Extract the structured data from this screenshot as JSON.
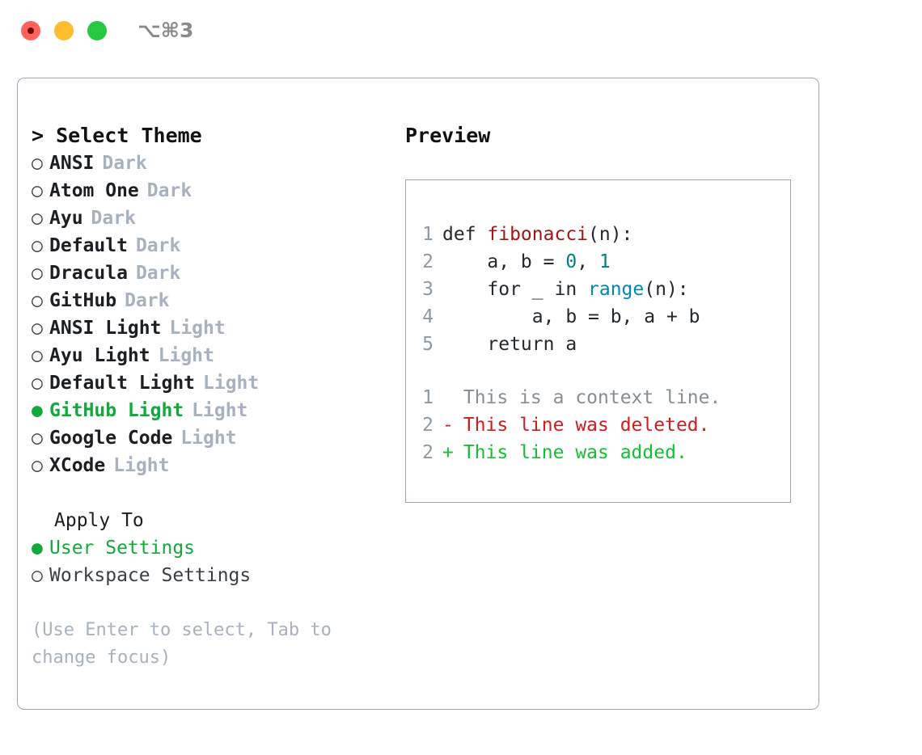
{
  "window": {
    "traffic_lights": [
      "close-red",
      "minimize-yellow",
      "maximize-green"
    ],
    "shortcut_label": "⌥⌘3"
  },
  "left_pane": {
    "title": "> Select Theme",
    "themes": [
      {
        "radio": "○",
        "name": "ANSI",
        "variant": "Dark",
        "selected": false
      },
      {
        "radio": "○",
        "name": "Atom One",
        "variant": "Dark",
        "selected": false
      },
      {
        "radio": "○",
        "name": "Ayu",
        "variant": "Dark",
        "selected": false
      },
      {
        "radio": "○",
        "name": "Default",
        "variant": "Dark",
        "selected": false
      },
      {
        "radio": "○",
        "name": "Dracula",
        "variant": "Dark",
        "selected": false
      },
      {
        "radio": "○",
        "name": "GitHub",
        "variant": "Dark",
        "selected": false
      },
      {
        "radio": "○",
        "name": "ANSI Light",
        "variant": "Light",
        "selected": false
      },
      {
        "radio": "○",
        "name": "Ayu Light",
        "variant": "Light",
        "selected": false
      },
      {
        "radio": "○",
        "name": "Default Light",
        "variant": "Light",
        "selected": false
      },
      {
        "radio": "●",
        "name": "GitHub Light",
        "variant": "Light",
        "selected": true
      },
      {
        "radio": "○",
        "name": "Google Code",
        "variant": "Light",
        "selected": false
      },
      {
        "radio": "○",
        "name": "XCode",
        "variant": "Light",
        "selected": false
      }
    ],
    "apply_to": {
      "heading": "Apply To",
      "options": [
        {
          "radio": "●",
          "label": "User Settings",
          "selected": true
        },
        {
          "radio": "○",
          "label": "Workspace Settings",
          "selected": false
        }
      ]
    },
    "hint": "(Use Enter to select, Tab to change focus)"
  },
  "right_pane": {
    "title": "Preview",
    "code_lines": [
      {
        "n": "1",
        "tokens": [
          {
            "t": "def ",
            "c": "plain"
          },
          {
            "t": "fibonacci",
            "c": "fn"
          },
          {
            "t": "(n):",
            "c": "plain"
          }
        ]
      },
      {
        "n": "2",
        "tokens": [
          {
            "t": "    a, b = ",
            "c": "plain"
          },
          {
            "t": "0",
            "c": "num"
          },
          {
            "t": ", ",
            "c": "plain"
          },
          {
            "t": "1",
            "c": "num"
          }
        ]
      },
      {
        "n": "3",
        "tokens": [
          {
            "t": "    for _ in ",
            "c": "plain"
          },
          {
            "t": "range",
            "c": "kw"
          },
          {
            "t": "(n):",
            "c": "plain"
          }
        ]
      },
      {
        "n": "4",
        "tokens": [
          {
            "t": "        a, b = b, a + b",
            "c": "plain"
          }
        ]
      },
      {
        "n": "5",
        "tokens": [
          {
            "t": "    return a",
            "c": "plain"
          }
        ]
      }
    ],
    "diff_lines": [
      {
        "n": "1",
        "mark": " ",
        "text": " This is a context line.",
        "kind": "ctx"
      },
      {
        "n": "2",
        "mark": "-",
        "text": " This line was deleted.",
        "kind": "del"
      },
      {
        "n": "2",
        "mark": "+",
        "text": " This line was added.",
        "kind": "add"
      }
    ]
  },
  "colors": {
    "accent_green": "#12a83c",
    "diff_add": "#12c132",
    "diff_delete": "#d01c1c",
    "diff_context": "#868e96",
    "syntax_function": "#a31515",
    "syntax_number": "#008080",
    "syntax_keyword": "#0086b3",
    "muted": "#a7b1bf",
    "border": "#9aa5b4"
  }
}
